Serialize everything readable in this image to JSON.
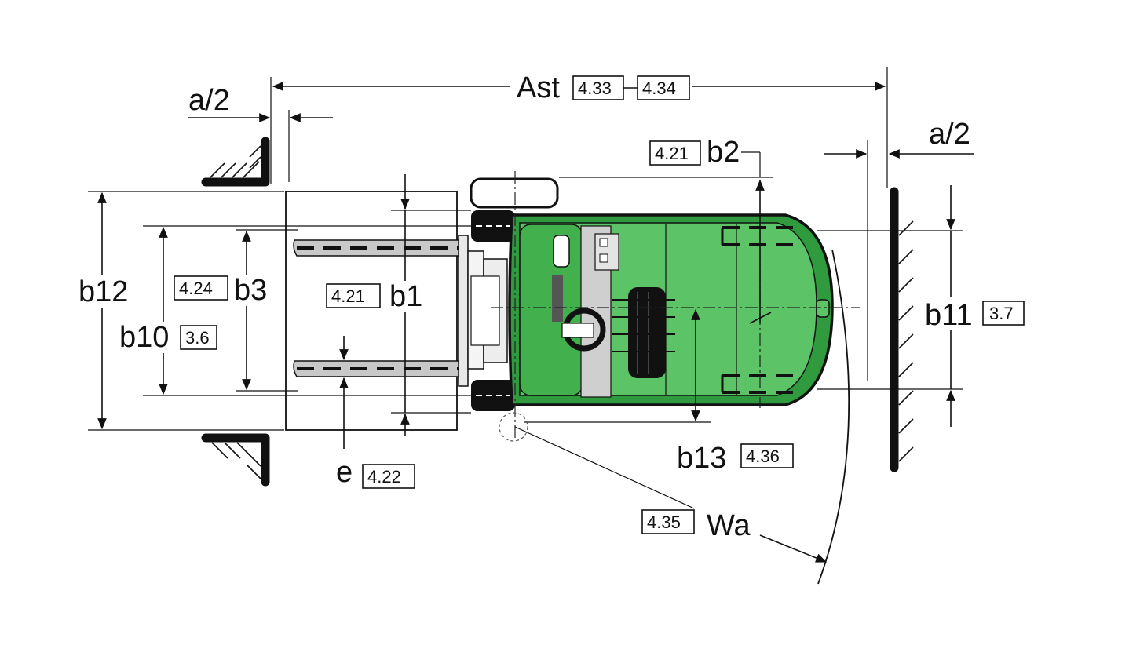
{
  "labels": {
    "a_half_left": "a/2",
    "a_half_right": "a/2",
    "ast": "Ast",
    "b2": "b2",
    "b12": "b12",
    "b3": "b3",
    "b10": "b10",
    "b1": "b1",
    "b11": "b11",
    "b13": "b13",
    "e": "e",
    "wa": "Wa"
  },
  "refs": {
    "ast_1": "4.33",
    "ast_2": "4.34",
    "b2": "4.21",
    "b3": "4.24",
    "b10": "3.6",
    "b1": "4.21",
    "b11": "3.7",
    "b13": "4.36",
    "e": "4.22",
    "wa": "4.35"
  },
  "colors": {
    "body_green": "#2f9a3e",
    "body_green_light": "#5cc466",
    "line": "#111111",
    "grey": "#bdbdbd"
  }
}
